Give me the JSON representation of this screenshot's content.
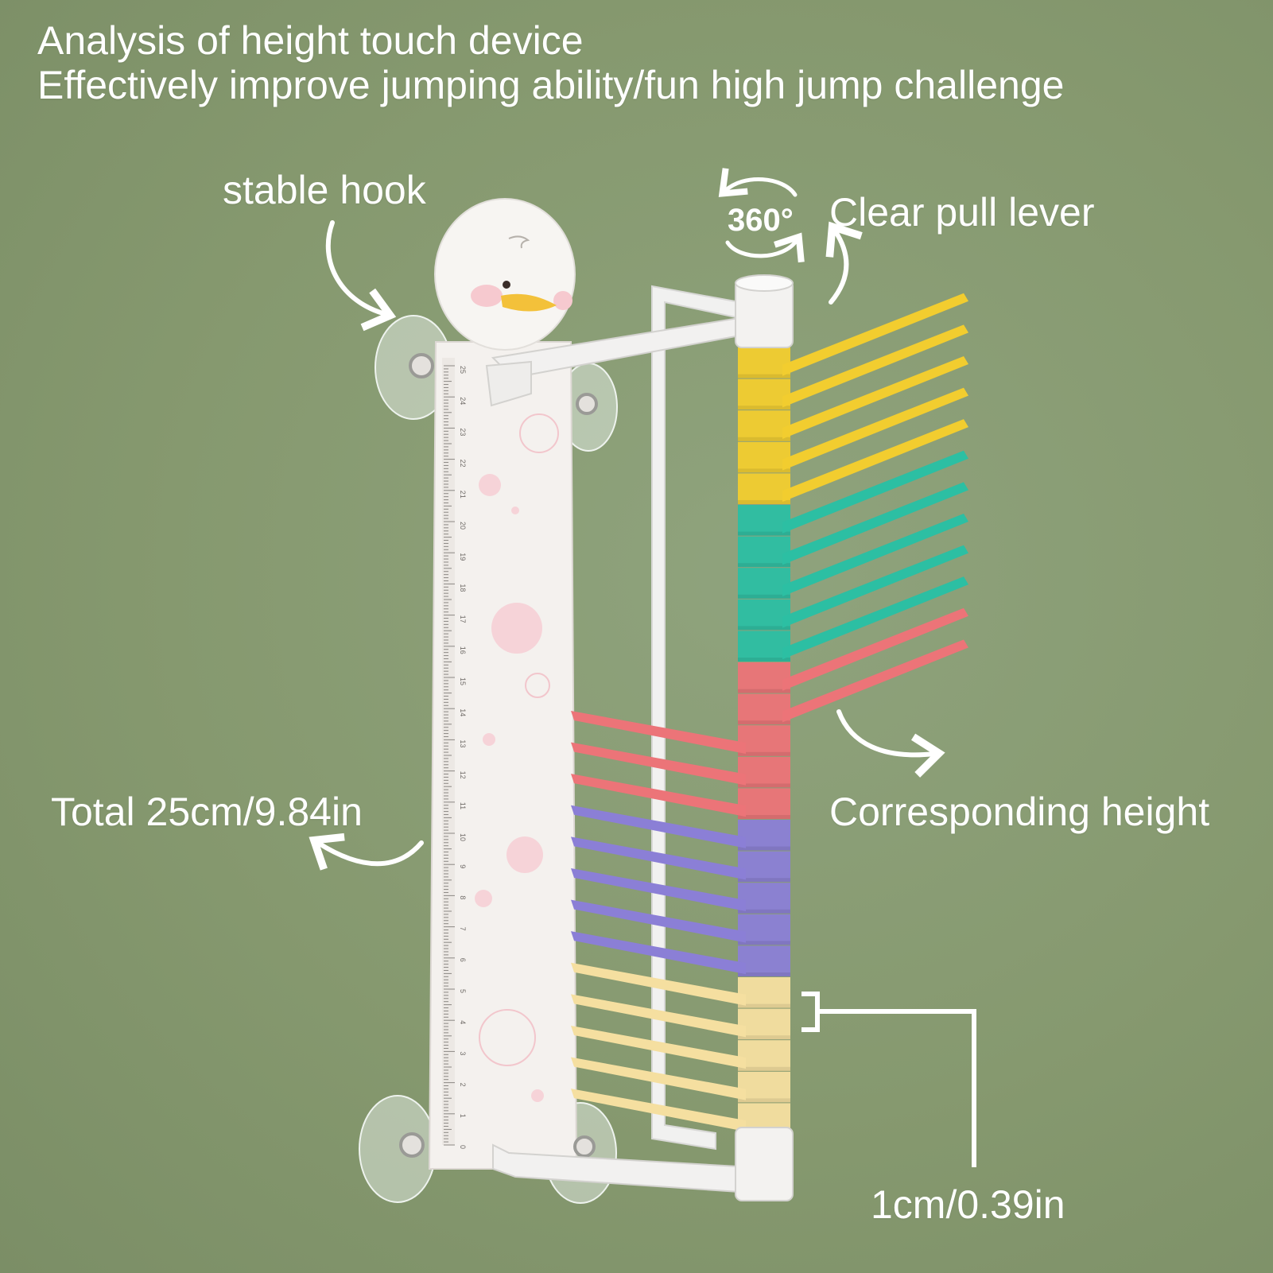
{
  "headline": {
    "line1": "Analysis of height touch device",
    "line2": "Effectively improve jumping ability/fun high jump challenge"
  },
  "callouts": {
    "hook": "stable hook",
    "lever": "Clear pull lever",
    "rotation": "360°",
    "total": "Total 25cm/9.84in",
    "height": "Corresponding height",
    "unit": "1cm/0.39in"
  },
  "ruler_ticks": [
    "25",
    "24",
    "23",
    "22",
    "21",
    "20",
    "19",
    "18",
    "17",
    "16",
    "15",
    "14",
    "13",
    "12",
    "11",
    "10",
    "9",
    "8",
    "7",
    "6",
    "5",
    "4",
    "3",
    "2",
    "1",
    "0"
  ],
  "colors": {
    "background": "#86996f",
    "board": "#f4f1ee",
    "spots": "#f2c6cc",
    "yellow": "#f2cd2f",
    "teal": "#2cbfa3",
    "coral": "#ec7478",
    "purple": "#8b7fd6",
    "cream": "#f5dfa0",
    "arrow": "#ffffff"
  },
  "lever_groups": [
    {
      "color": "yellow",
      "count": 5,
      "direction": "right"
    },
    {
      "color": "teal",
      "count": 5,
      "direction": "right"
    },
    {
      "color": "coral",
      "count": 2,
      "direction": "right"
    },
    {
      "color": "coral",
      "count": 3,
      "direction": "left"
    },
    {
      "color": "purple",
      "count": 5,
      "direction": "left"
    },
    {
      "color": "cream",
      "count": 5,
      "direction": "left"
    }
  ]
}
